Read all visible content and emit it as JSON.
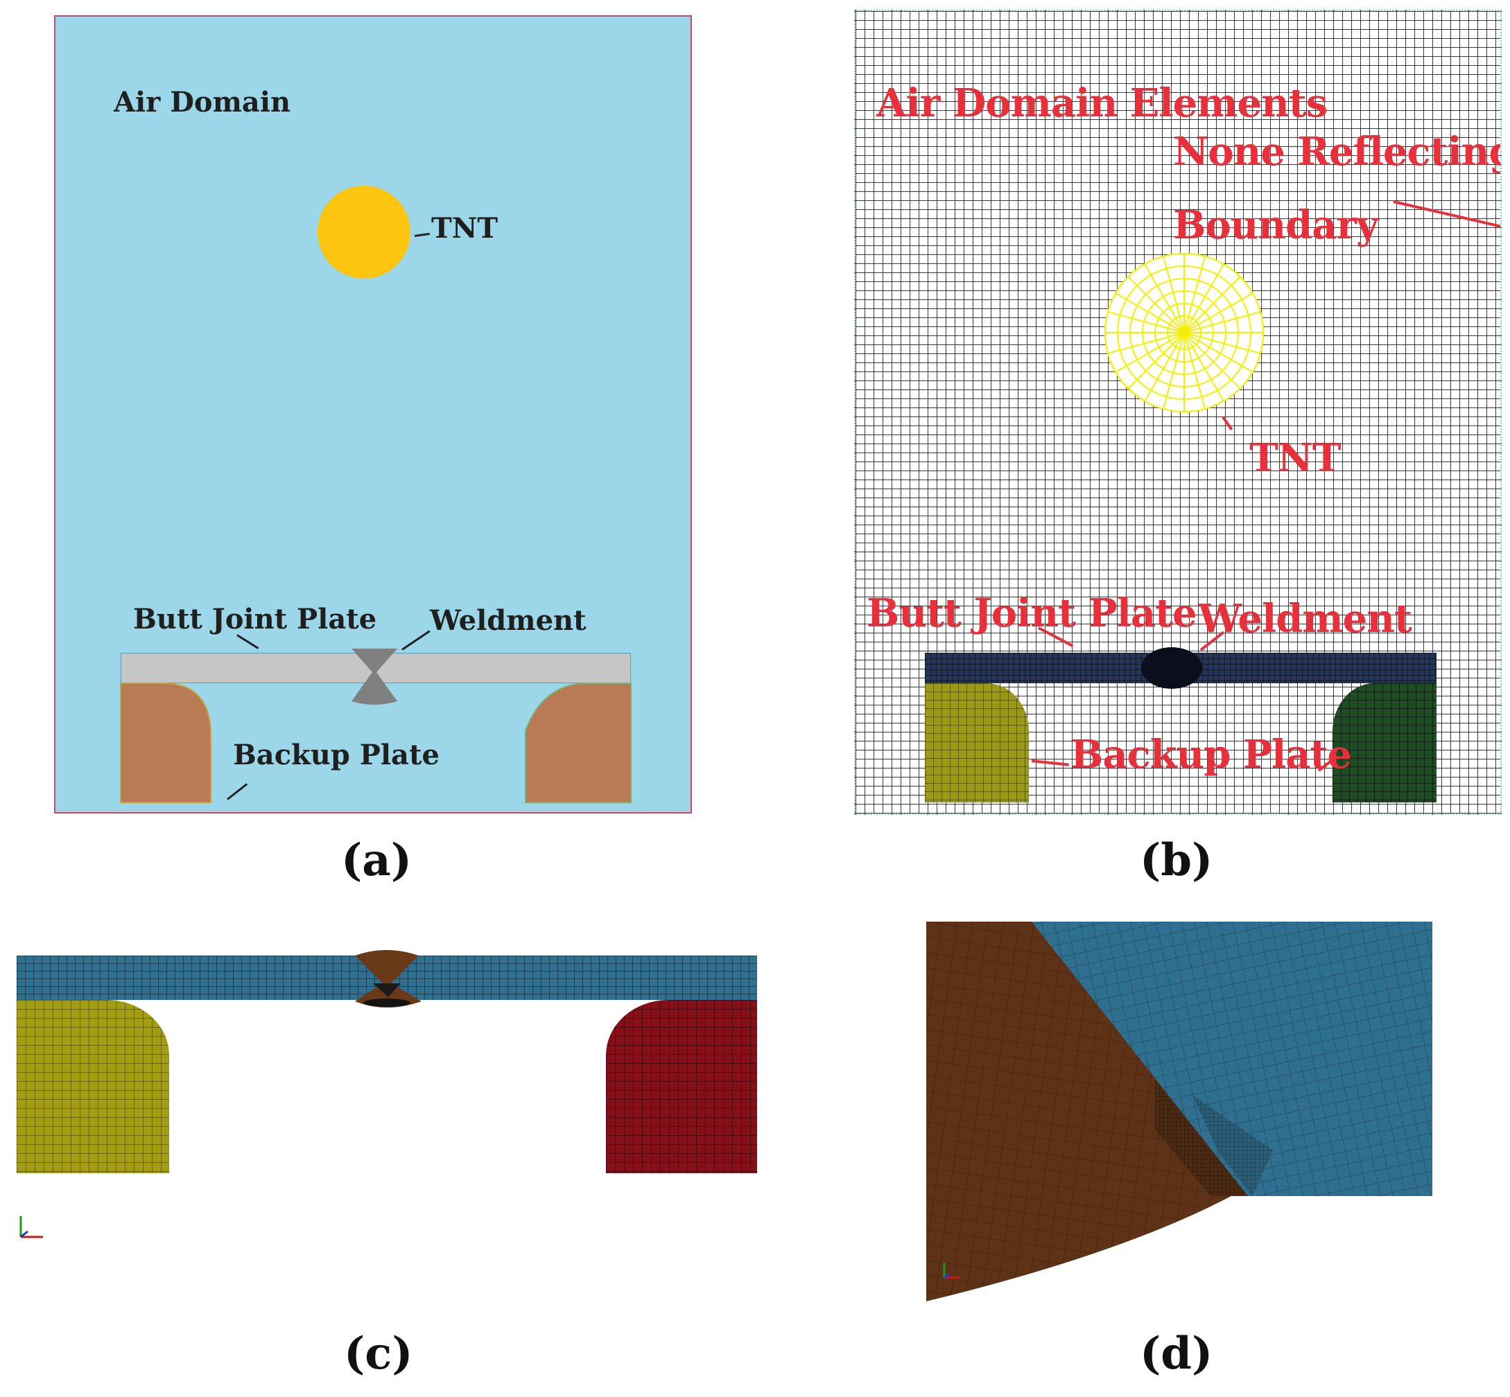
{
  "panel_a": {
    "air_domain": "Air Domain",
    "tnt": "TNT",
    "butt_joint_plate": "Butt Joint Plate",
    "weldment": "Weldment",
    "backup_plate": "Backup Plate",
    "caption": "(a)",
    "colors": {
      "air": "#9bd7e8",
      "tnt": "#fdc50f",
      "plate": "#c6c6c6",
      "weld": "#808080",
      "backup": "#b87b55",
      "border": "#cf4a6a"
    }
  },
  "panel_b": {
    "air_domain_elements": "Air Domain Elements",
    "none_reflecting": "None Reflecting",
    "boundary": "Boundary",
    "tnt": "TNT",
    "butt_joint_plate": "Butt Joint Plate",
    "weldment": "Weldment",
    "backup_plate": "Backup Plate",
    "caption": "(b)",
    "colors": {
      "label": "#e8303d",
      "tnt_mesh": "#f5f000",
      "plate": "#24345a",
      "left_backup": "#9c9a12",
      "right_backup": "#1f4d22"
    }
  },
  "panel_c": {
    "caption": "(c)",
    "colors": {
      "plate": "#2f6f8f",
      "weld": "#6a3a18",
      "left_backup": "#a39d12",
      "right_backup": "#86101a"
    }
  },
  "panel_d": {
    "caption": "(d)",
    "colors": {
      "weld": "#5e3216",
      "plate": "#2f6f8f"
    }
  }
}
